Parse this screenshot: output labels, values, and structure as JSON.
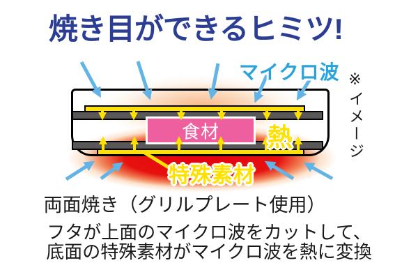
{
  "title": "焼き目ができるヒミツ!",
  "diagram": {
    "microwave_label": "マイクロ波",
    "heat_label": "熱",
    "food_label": "食材",
    "special_material_label": "特殊素材",
    "image_note": "※イメージ"
  },
  "caption": "両面焼き（グリルプレート使用）",
  "description": {
    "line1": "フタが上面のマイクロ波をカットして、",
    "line2": "底面の特殊素材がマイクロ波を熱に変換"
  },
  "colors": {
    "title_blue": "#2b3e94",
    "microwave_label_blue": "#29a3dc",
    "arrow_blue": "#62b4e6",
    "heat_yellow": "#ffe100",
    "plate_gray": "#595757",
    "food_pink": "#ee5f9f",
    "glow_red": "#e60012",
    "text_black": "#191919"
  }
}
